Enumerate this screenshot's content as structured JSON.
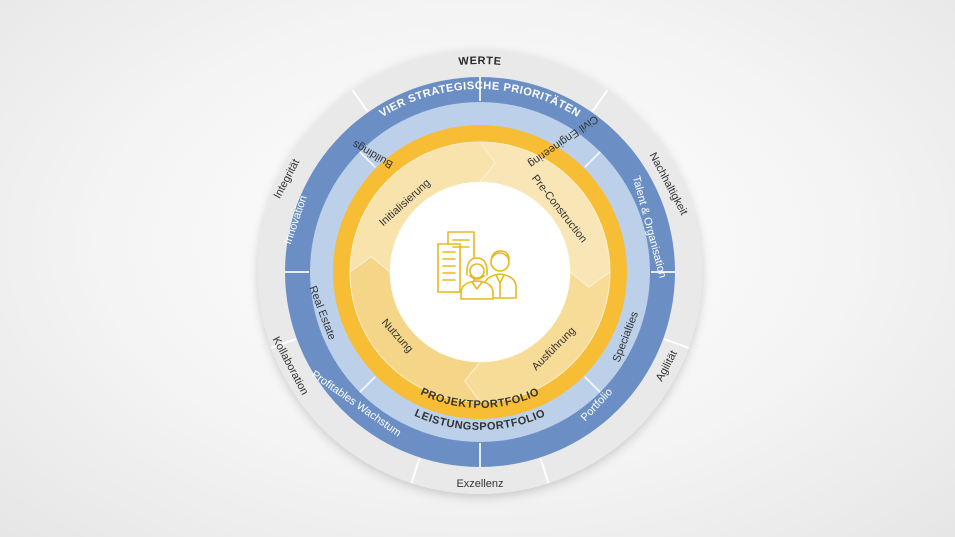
{
  "values_ring": {
    "title": "WERTE",
    "items": [
      "Integrität",
      "Nachhaltigkeit",
      "Agilität",
      "Exzellenz",
      "Kollaboration"
    ]
  },
  "priorities_ring": {
    "title": "VIER STRATEGISCHE PRIORITÄTEN",
    "items": [
      "Talent & Organisation",
      "Portfolio",
      "Profitables Wachstum",
      "Innovation"
    ]
  },
  "services_ring": {
    "title": "LEISTUNGSPORTFOLIO",
    "items": [
      "Buildings",
      "Civil Engineering",
      "Specialties",
      "Real Estate"
    ]
  },
  "project_ring": {
    "title": "PROJEKTPORTFOLIO"
  },
  "phases": {
    "items": [
      "Initialisierung",
      "Pre-Construction",
      "Ausführung",
      "Nutzung"
    ]
  },
  "center": {
    "icon": "building-people-icon"
  },
  "colors": {
    "outer_ring": "#e9e9e9",
    "blue": "#6b8fc4",
    "light_blue": "#bcd0ea",
    "orange": "#f6bd35",
    "phase_light": "#f8e3ad",
    "phase_mid": "#f5d588",
    "icon": "#e8b91e"
  }
}
